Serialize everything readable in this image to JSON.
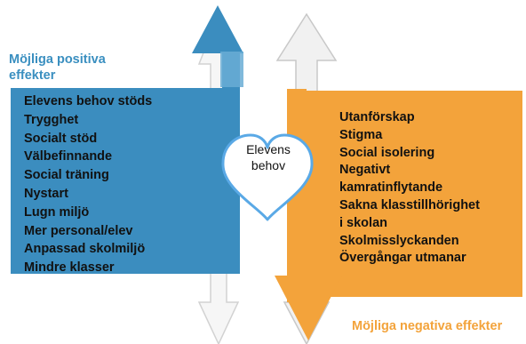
{
  "colors": {
    "positive_blue": "#3b8dbf",
    "positive_blue_light": "#6aadd5",
    "negative_orange": "#f3a33b",
    "heading_blue": "#3a8fc0",
    "heart_outline": "#5aa9e6",
    "arrow_gray": "#e0e0e0",
    "arrow_gray_outline": "#bdbdbd"
  },
  "icons": {
    "up_arrow": "up-arrow-icon",
    "down_arrow": "down-arrow-icon",
    "heart": "heart-icon"
  },
  "positive": {
    "heading": "Möjliga positiva effekter",
    "items": [
      "Elevens behov stöds",
      "Trygghet",
      "Socialt stöd",
      "Välbefinnande",
      "Social träning",
      "Nystart",
      "Lugn miljö",
      "Mer personal/elev",
      "Anpassad skolmiljö",
      "Mindre klasser"
    ]
  },
  "negative": {
    "heading": "Möjliga negativa effekter",
    "items": [
      "Utanförskap",
      "Stigma",
      "Social isolering",
      "Negativt",
      "kamratinflytande",
      "Sakna klasstillhörighet",
      "i skolan",
      "Skolmisslyckanden",
      "Övergångar utmanar"
    ]
  },
  "heart": {
    "line1": "Elevens",
    "line2": "behov"
  }
}
